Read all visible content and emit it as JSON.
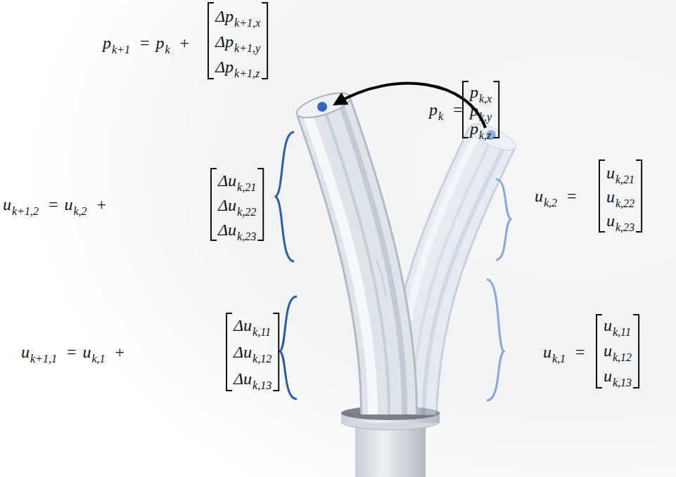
{
  "diagram": {
    "labels": [
      "p",
      "k+1",
      "=",
      "p",
      "k",
      "+",
      "Δp",
      "k+1,x",
      "Δp",
      "k+1,y",
      "Δp",
      "k+1,z",
      "p",
      "k",
      "=",
      "p",
      "k,x",
      "p",
      "k,y",
      "p",
      "k,z",
      "u",
      "k+1,2",
      "=",
      "u",
      "k,2",
      "+",
      "Δu",
      "k,21",
      "Δu",
      "k,22",
      "Δu",
      "k,23",
      "u",
      "k,2",
      "=",
      "u",
      "k,21",
      "u",
      "k,22",
      "u",
      "k,23",
      "u",
      "k+1,1",
      "=",
      "u",
      "k,1",
      "+",
      "Δu",
      "k,11",
      "Δu",
      "k,12",
      "Δu",
      "k,13",
      "u",
      "k,1",
      "=",
      "u",
      "k,11",
      "u",
      "k,12",
      "u",
      "k,13"
    ]
  }
}
